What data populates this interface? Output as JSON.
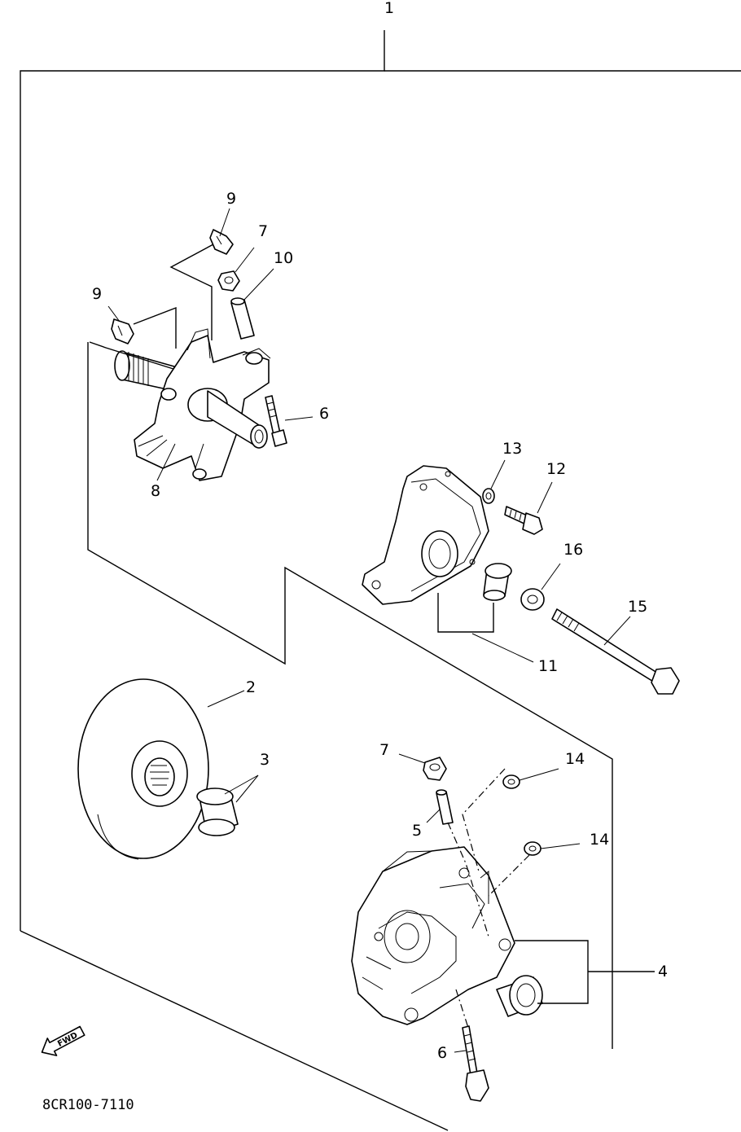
{
  "diagram": {
    "reference_code": "8CR100-7110",
    "direction_label": "FWD",
    "callouts": {
      "c1": "1",
      "c2": "2",
      "c3": "3",
      "c4": "4",
      "c5": "5",
      "c6a": "6",
      "c6b": "6",
      "c7a": "7",
      "c7b": "7",
      "c8": "8",
      "c9a": "9",
      "c9b": "9",
      "c10": "10",
      "c11": "11",
      "c12": "12",
      "c13": "13",
      "c14a": "14",
      "c14b": "14",
      "c15": "15",
      "c16": "16"
    }
  }
}
